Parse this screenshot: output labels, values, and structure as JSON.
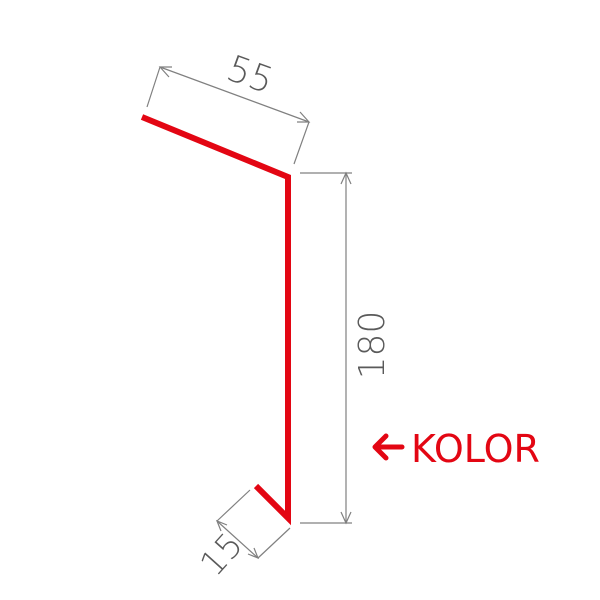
{
  "dimensions": {
    "top_flange": "55",
    "vertical_height": "180",
    "bottom_hem": "15"
  },
  "color_marker": {
    "arrow_icon": "left-arrow-icon",
    "label": "KOLOR"
  },
  "colors": {
    "profile": "#e30613",
    "dimension_lines": "#808080",
    "dimension_text": "#5a5a5a"
  }
}
